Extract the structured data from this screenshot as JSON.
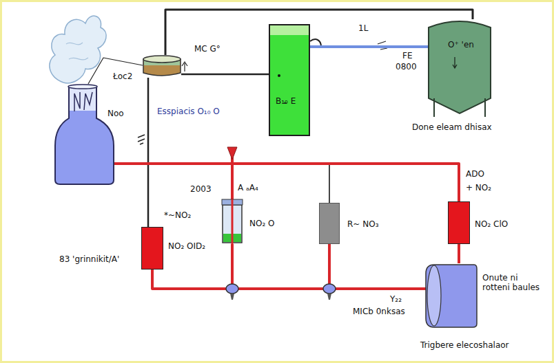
{
  "diagram": {
    "nodes": [
      {
        "text": [
          "Noo"
        ]
      },
      {
        "text": [
          "MC G°"
        ]
      },
      {
        "text": [
          "B₁₀ E"
        ]
      },
      {
        "text": [
          "O⁺ 'en",
          "Done eleam dhisax"
        ]
      },
      {
        "text": [
          "NO₂ OID₂"
        ]
      },
      {
        "text": [
          "NO₂ O"
        ]
      },
      {
        "text": [
          "R~ NO₃"
        ]
      },
      {
        "text": [
          "NO₂ ClO"
        ]
      },
      {
        "text": [
          "Onute ni rotteni baules",
          "Trigbere elecoshalaor"
        ]
      }
    ],
    "edges": [
      {
        "from": 0,
        "to": 1,
        "arrow": "none"
      },
      {
        "from": 1,
        "to": 2,
        "arrow": "none"
      },
      {
        "from": 1,
        "to": 3,
        "arrow": "none"
      },
      {
        "from": 2,
        "to": 3,
        "arrow": "none"
      },
      {
        "from": 1,
        "to": 4,
        "arrow": "none"
      },
      {
        "from": 0,
        "to": 7,
        "arrow": "none"
      },
      {
        "from": 4,
        "to": 8,
        "arrow": "none"
      },
      {
        "from": 5,
        "to": 8,
        "arrow": "none"
      },
      {
        "from": 6,
        "to": 8,
        "arrow": "none"
      },
      {
        "from": 7,
        "to": 8,
        "arrow": "none"
      }
    ],
    "labels": [
      "Łoc2",
      "Esspiacis O₁₀ O",
      "1L",
      "FE",
      "0800",
      "2003",
      "A ₐA₄",
      "*~NO₂",
      "83 'grinnikit/A'",
      "ADO",
      "+ NO₂",
      "Y₂₂",
      "MICb 0nksas"
    ]
  }
}
